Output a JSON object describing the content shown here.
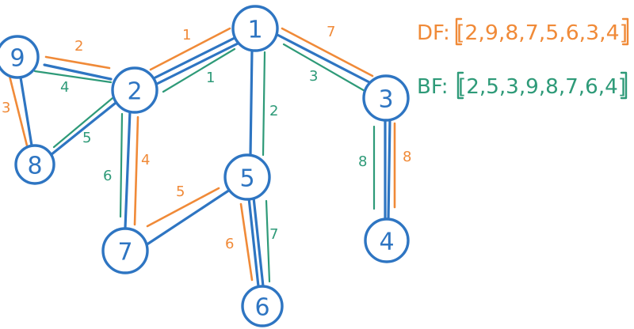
{
  "colors": {
    "node": "#2e75c2",
    "df": "#f08a38",
    "bf": "#2e9a78"
  },
  "nodes": {
    "n1": "1",
    "n2": "2",
    "n3": "3",
    "n4": "4",
    "n5": "5",
    "n6": "6",
    "n7": "7",
    "n8": "8",
    "n9": "9"
  },
  "df_order": {
    "e1_2": "1",
    "e1_3": "7",
    "e9_2": "2",
    "e9_8": "3",
    "e2_7": "4",
    "e7_5": "5",
    "e5_6": "6",
    "e3_4": "8"
  },
  "bf_order": {
    "e1_2": "1",
    "e1_5": "2",
    "e1_3": "3",
    "e9_2": "4",
    "e8_2": "5",
    "e2_7": "6",
    "e5_6": "7",
    "e3_4": "8"
  },
  "legend": {
    "df_label": "DF:",
    "df_sequence": "[2,9,8,7,5,6,3,4]",
    "bf_label": "BF:",
    "bf_sequence": "[2,5,3,9,8,7,6,4]"
  }
}
